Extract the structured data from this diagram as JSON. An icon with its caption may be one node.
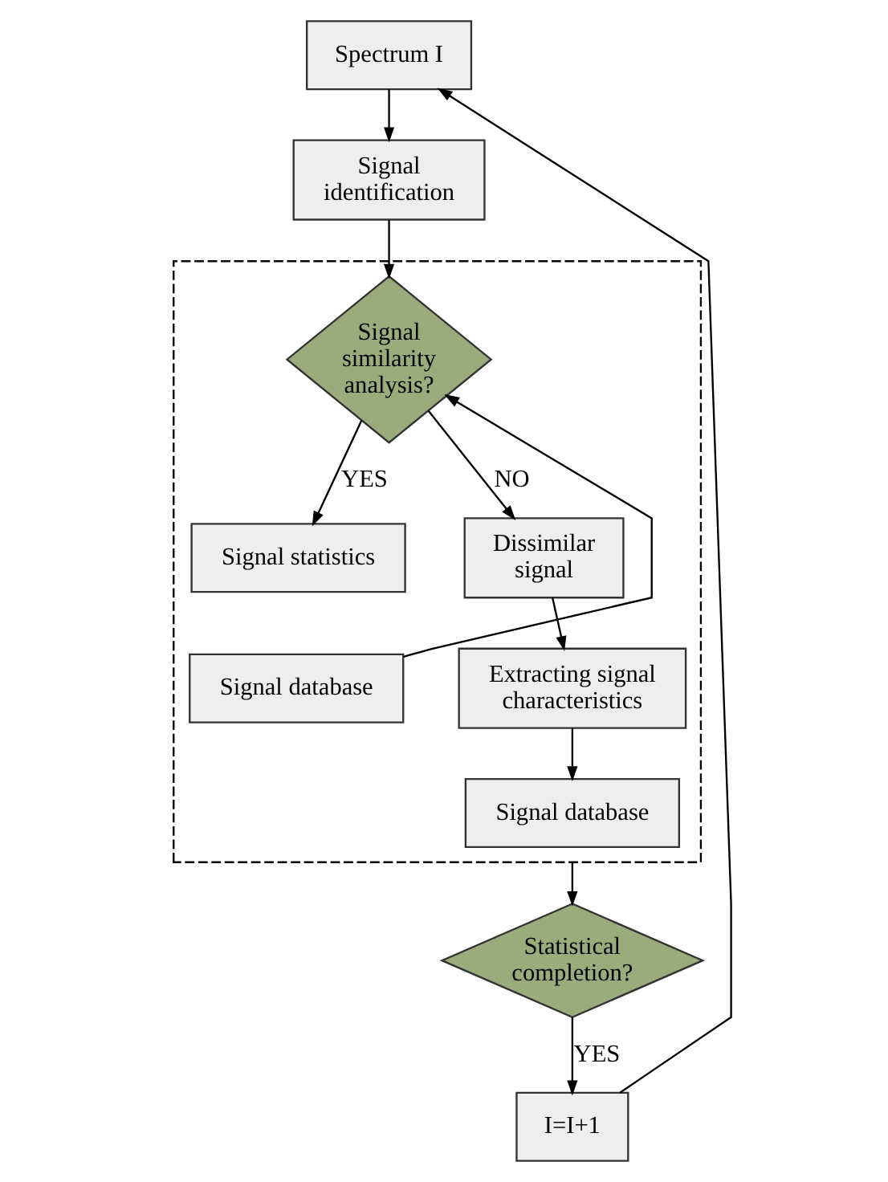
{
  "diagram": {
    "nodes": [
      {
        "text": [
          "Spectrum I"
        ]
      },
      {
        "text": [
          "Signal identification"
        ]
      },
      {
        "text": [],
        "shape": "box"
      },
      {
        "text": [
          "Signal similarity analysis?"
        ],
        "in": 2
      },
      {
        "text": [
          "Signal statistics"
        ],
        "in": 2
      },
      {
        "text": [
          "Signal database"
        ],
        "in": 2
      },
      {
        "text": [
          "Dissimilar signal"
        ],
        "in": 2
      },
      {
        "text": [
          "Extracting signal characteristics"
        ],
        "in": 2
      },
      {
        "text": [
          "Signal database"
        ],
        "in": 2
      },
      {
        "text": [
          "Statistical completion?"
        ]
      },
      {
        "text": [
          "I=I+1"
        ]
      }
    ],
    "edges": [
      {
        "from": 0,
        "to": 1,
        "arrow": "to"
      },
      {
        "from": 1,
        "to": 3,
        "arrow": "to"
      },
      {
        "from": 3,
        "to": 4,
        "arrow": "to",
        "label": "YES"
      },
      {
        "from": 3,
        "to": 6,
        "arrow": "to",
        "label": "NO"
      },
      {
        "from": 5,
        "to": 3,
        "arrow": "to"
      },
      {
        "from": 6,
        "to": 7,
        "arrow": "to"
      },
      {
        "from": 7,
        "to": 8,
        "arrow": "to"
      },
      {
        "from": 2,
        "to": 9,
        "arrow": "to"
      },
      {
        "from": 9,
        "to": 10,
        "arrow": "to",
        "label": "YES"
      },
      {
        "from": 10,
        "to": 0,
        "arrow": "to"
      }
    ]
  }
}
